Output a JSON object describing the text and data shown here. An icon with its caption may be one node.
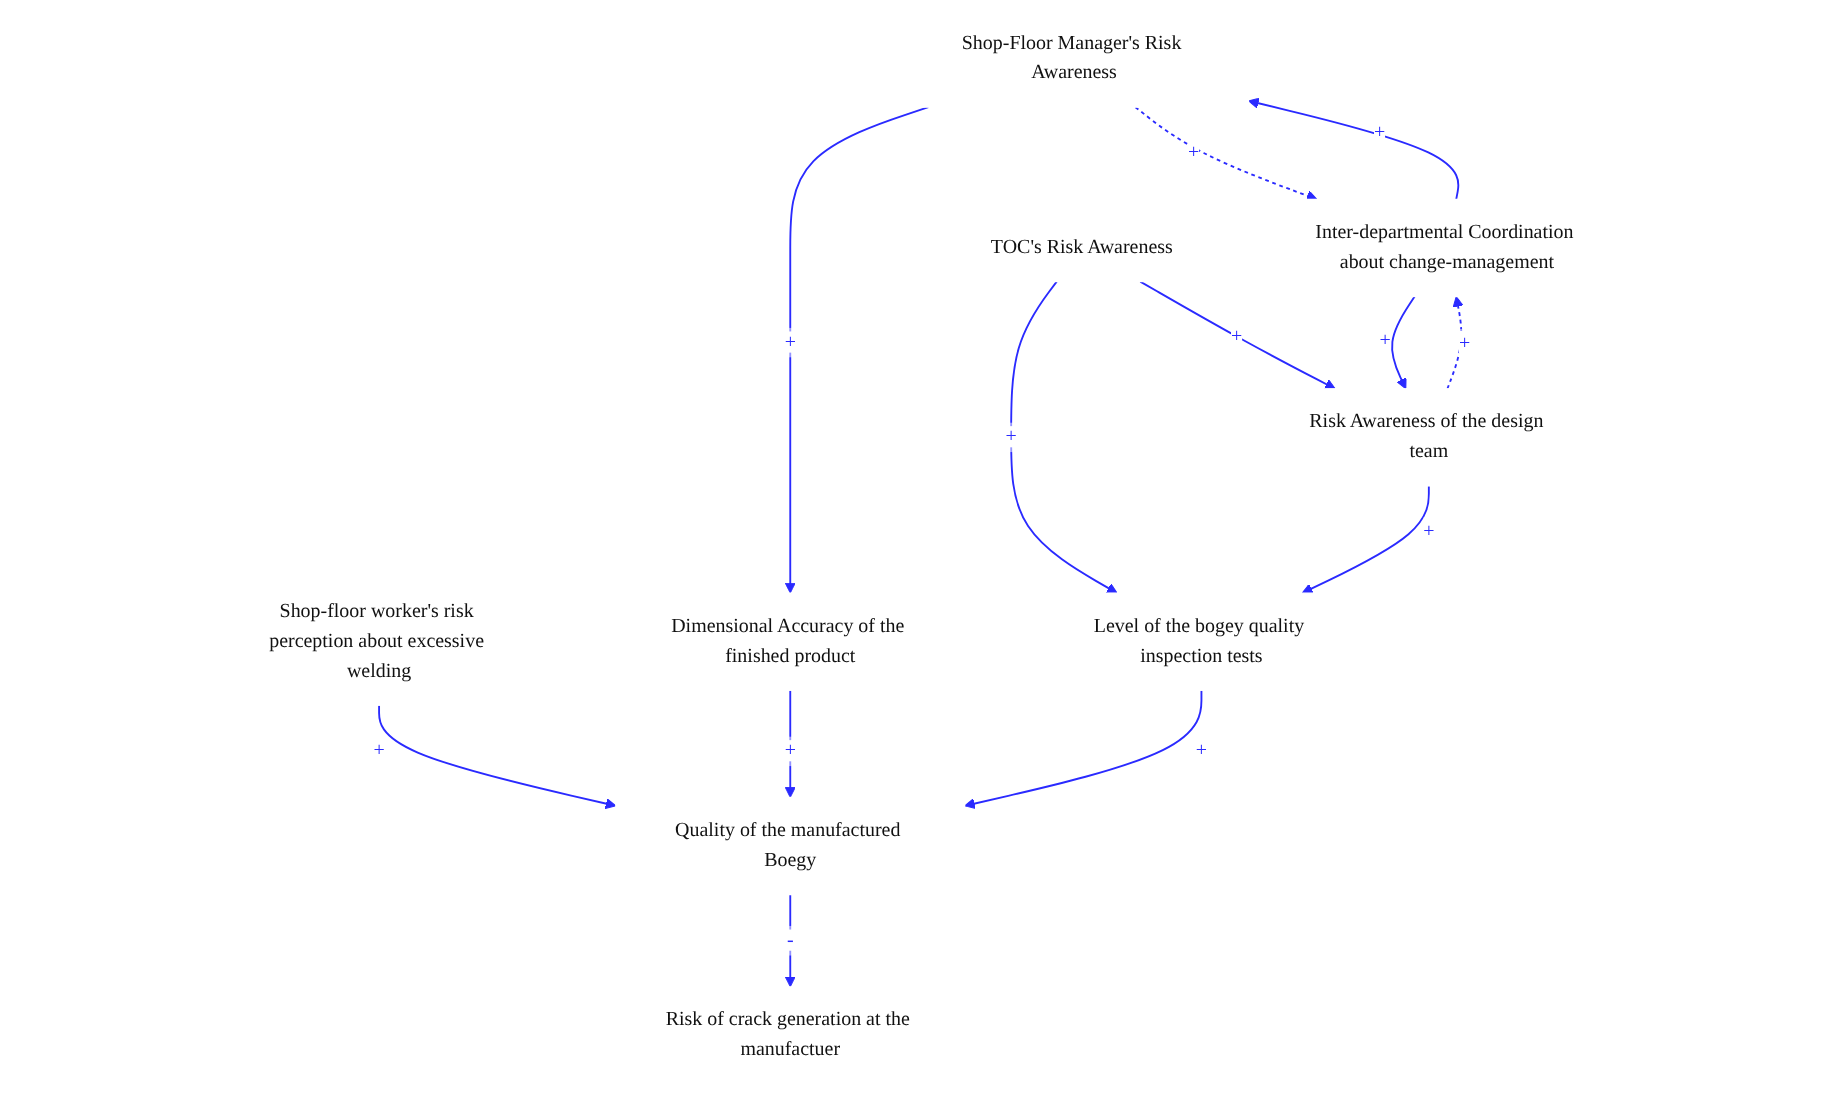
{
  "diagram": {
    "nodes": [
      {
        "text": [
          "Shop-floor worker's risk perception about excessive welding"
        ]
      },
      {
        "text": [
          "Shop-Floor Manager's Risk Awareness"
        ]
      },
      {
        "text": [
          "Dimensional Accuracy of the finished product"
        ]
      },
      {
        "text": [
          "Quality of the manufactured Boegy"
        ]
      },
      {
        "text": [
          "Risk of crack generation at the manufactuer"
        ]
      },
      {
        "text": [
          "Level of the bogey quality inspection tests"
        ]
      },
      {
        "text": [
          "Inter-departmental Coordination about change-management"
        ]
      },
      {
        "text": [
          "TOC's Risk Awareness"
        ]
      },
      {
        "text": [
          "Risk Awareness of the design team"
        ]
      }
    ],
    "edges": [
      {
        "from": 1,
        "to": 2,
        "arrow": "to",
        "label": "+"
      },
      {
        "from": 2,
        "to": 3,
        "arrow": "to",
        "label": "+"
      },
      {
        "from": 0,
        "to": 3,
        "arrow": "to",
        "label": "+"
      },
      {
        "from": 3,
        "to": 4,
        "arrow": "to",
        "label": "-"
      },
      {
        "from": 1,
        "to": 6,
        "arrow": "to",
        "label": "+",
        "style": "dashed"
      },
      {
        "from": 6,
        "to": 1,
        "arrow": "to",
        "label": "+"
      },
      {
        "from": 5,
        "to": 3,
        "arrow": "to",
        "label": "+"
      },
      {
        "from": 7,
        "to": 5,
        "arrow": "to",
        "label": "+"
      },
      {
        "from": 8,
        "to": 5,
        "arrow": "to",
        "label": "+"
      },
      {
        "from": 8,
        "to": 6,
        "arrow": "to",
        "label": "+",
        "style": "dashed"
      },
      {
        "from": 6,
        "to": 8,
        "arrow": "to",
        "label": "+"
      },
      {
        "from": 7,
        "to": 8,
        "arrow": "to",
        "label": "+"
      }
    ]
  }
}
